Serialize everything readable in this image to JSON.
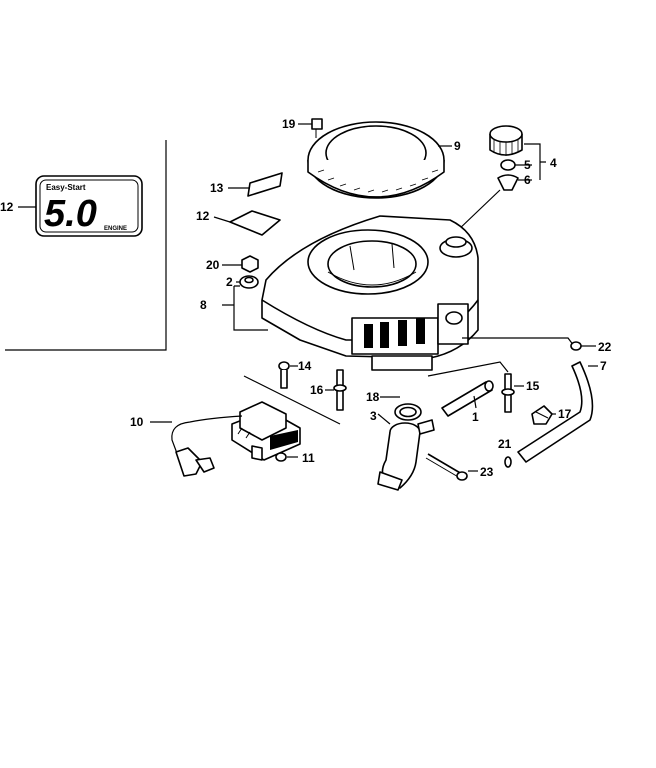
{
  "labels": {
    "l1": "1",
    "l2": "2",
    "l3": "3",
    "l4": "4",
    "l5": "5",
    "l6": "6",
    "l7": "7",
    "l8": "8",
    "l9": "9",
    "l10": "10",
    "l11": "11",
    "l12a": "12",
    "l12b": "12",
    "l13": "13",
    "l14": "14",
    "l15": "15",
    "l16": "16",
    "l17": "17",
    "l18": "18",
    "l19": "19",
    "l20": "20",
    "l21": "21",
    "l22": "22",
    "l23": "23"
  },
  "decal": {
    "brand": "Easy-Start",
    "big_number": "5.0",
    "line2": "ENGINE"
  },
  "colors": {
    "ink": "#000000",
    "paper": "#ffffff"
  }
}
